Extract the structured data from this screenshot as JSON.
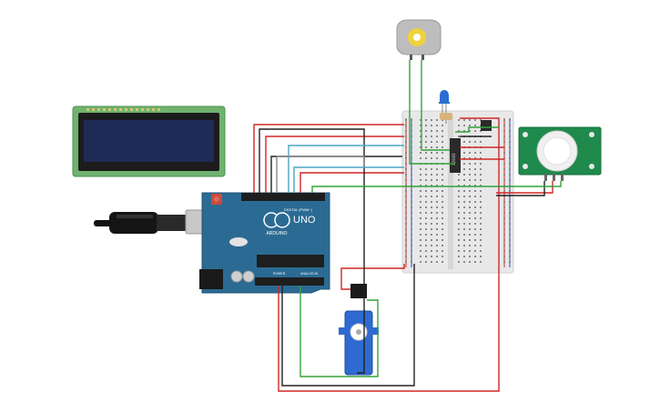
{
  "arduino": {
    "brand": "ARDUINO",
    "model": "UNO",
    "digital_label": "DIGITAL (PWM~)",
    "power_label": "POWER",
    "analog_label": "ANALOG IN",
    "board_color": "#2b6b93"
  },
  "ic_chip": {
    "label": "L293D"
  },
  "pir_sensor": {
    "board_color": "#1f8a4c"
  },
  "lcd": {
    "screen_color": "#1f2b57",
    "pcb_color": "#6fb36f"
  },
  "wire_colors": {
    "red": "#d32626",
    "black": "#222222",
    "green": "#33a33a",
    "blue": "#4aa6c4",
    "gray": "#888888"
  }
}
